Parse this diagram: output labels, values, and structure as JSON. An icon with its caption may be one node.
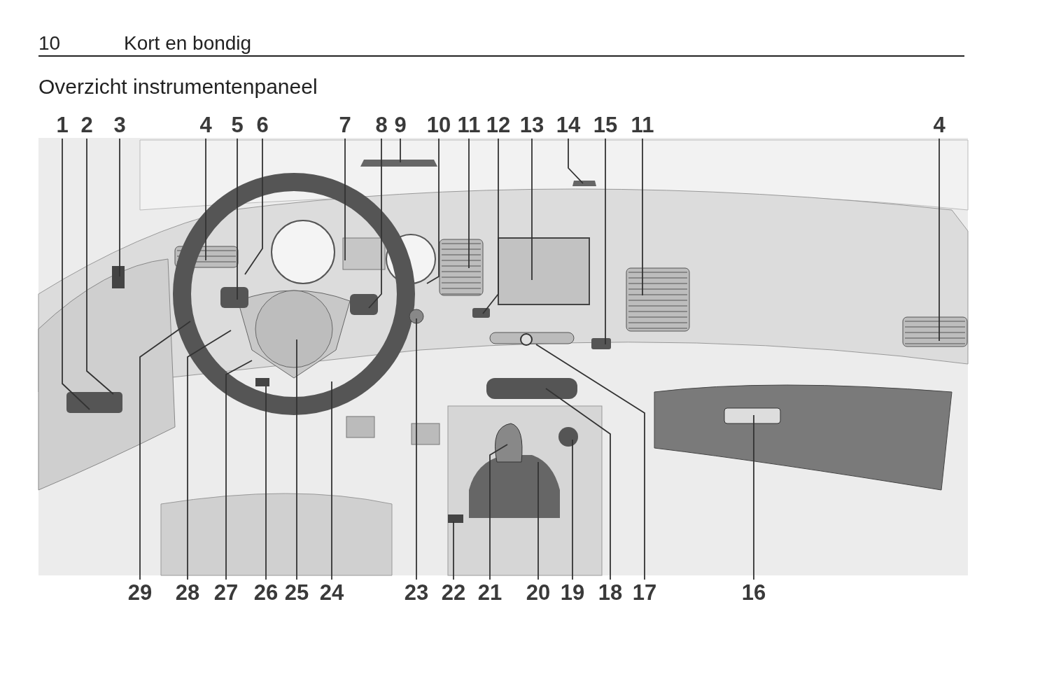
{
  "diagram": {
    "title": "Overzicht instrumentenpaneel",
    "nodes": [
      {
        "text": [
          "1"
        ]
      },
      {
        "text": [
          "2"
        ]
      },
      {
        "text": [
          "3"
        ]
      },
      {
        "text": [
          "4"
        ]
      },
      {
        "text": [
          "5"
        ]
      },
      {
        "text": [
          "6"
        ]
      },
      {
        "text": [
          "7"
        ]
      },
      {
        "text": [
          "8"
        ]
      },
      {
        "text": [
          "9"
        ]
      },
      {
        "text": [
          "10"
        ]
      },
      {
        "text": [
          "11"
        ]
      },
      {
        "text": [
          "12"
        ]
      },
      {
        "text": [
          "13"
        ]
      },
      {
        "text": [
          "14"
        ]
      },
      {
        "text": [
          "15"
        ]
      },
      {
        "text": [
          "11"
        ]
      },
      {
        "text": [
          "4"
        ]
      },
      {
        "text": [
          "29"
        ]
      },
      {
        "text": [
          "28"
        ]
      },
      {
        "text": [
          "27"
        ]
      },
      {
        "text": [
          "26"
        ]
      },
      {
        "text": [
          "25"
        ]
      },
      {
        "text": [
          "24"
        ]
      },
      {
        "text": [
          "23"
        ]
      },
      {
        "text": [
          "22"
        ]
      },
      {
        "text": [
          "21"
        ]
      },
      {
        "text": [
          "20"
        ]
      },
      {
        "text": [
          "19"
        ]
      },
      {
        "text": [
          "18"
        ]
      },
      {
        "text": [
          "17"
        ]
      },
      {
        "text": [
          "16"
        ]
      }
    ],
    "edges": [
      {
        "from": 0,
        "to": null,
        "arrow": "none"
      },
      {
        "from": 1,
        "to": null,
        "arrow": "none"
      },
      {
        "from": 2,
        "to": null,
        "arrow": "none"
      },
      {
        "from": 3,
        "to": null,
        "arrow": "none"
      },
      {
        "from": 4,
        "to": null,
        "arrow": "none"
      },
      {
        "from": 5,
        "to": null,
        "arrow": "none"
      },
      {
        "from": 6,
        "to": null,
        "arrow": "none"
      },
      {
        "from": 7,
        "to": null,
        "arrow": "none"
      },
      {
        "from": 8,
        "to": null,
        "arrow": "none"
      },
      {
        "from": 9,
        "to": null,
        "arrow": "none"
      },
      {
        "from": 10,
        "to": null,
        "arrow": "none"
      },
      {
        "from": 11,
        "to": null,
        "arrow": "none"
      },
      {
        "from": 12,
        "to": null,
        "arrow": "none"
      },
      {
        "from": 13,
        "to": null,
        "arrow": "none"
      },
      {
        "from": 14,
        "to": null,
        "arrow": "none"
      },
      {
        "from": 15,
        "to": null,
        "arrow": "none"
      },
      {
        "from": 16,
        "to": null,
        "arrow": "none"
      },
      {
        "from": 17,
        "to": null,
        "arrow": "none"
      },
      {
        "from": 18,
        "to": null,
        "arrow": "none"
      },
      {
        "from": 19,
        "to": null,
        "arrow": "none"
      },
      {
        "from": 20,
        "to": null,
        "arrow": "none"
      },
      {
        "from": 21,
        "to": null,
        "arrow": "none"
      },
      {
        "from": 22,
        "to": null,
        "arrow": "none"
      },
      {
        "from": 23,
        "to": null,
        "arrow": "none"
      },
      {
        "from": 24,
        "to": null,
        "arrow": "none"
      },
      {
        "from": 25,
        "to": null,
        "arrow": "none"
      },
      {
        "from": 26,
        "to": null,
        "arrow": "none"
      },
      {
        "from": 27,
        "to": null,
        "arrow": "none"
      },
      {
        "from": 28,
        "to": null,
        "arrow": "none"
      },
      {
        "from": 29,
        "to": null,
        "arrow": "none"
      },
      {
        "from": 30,
        "to": null,
        "arrow": "none"
      }
    ],
    "labels": [
      "10",
      "Kort en bondig"
    ]
  }
}
